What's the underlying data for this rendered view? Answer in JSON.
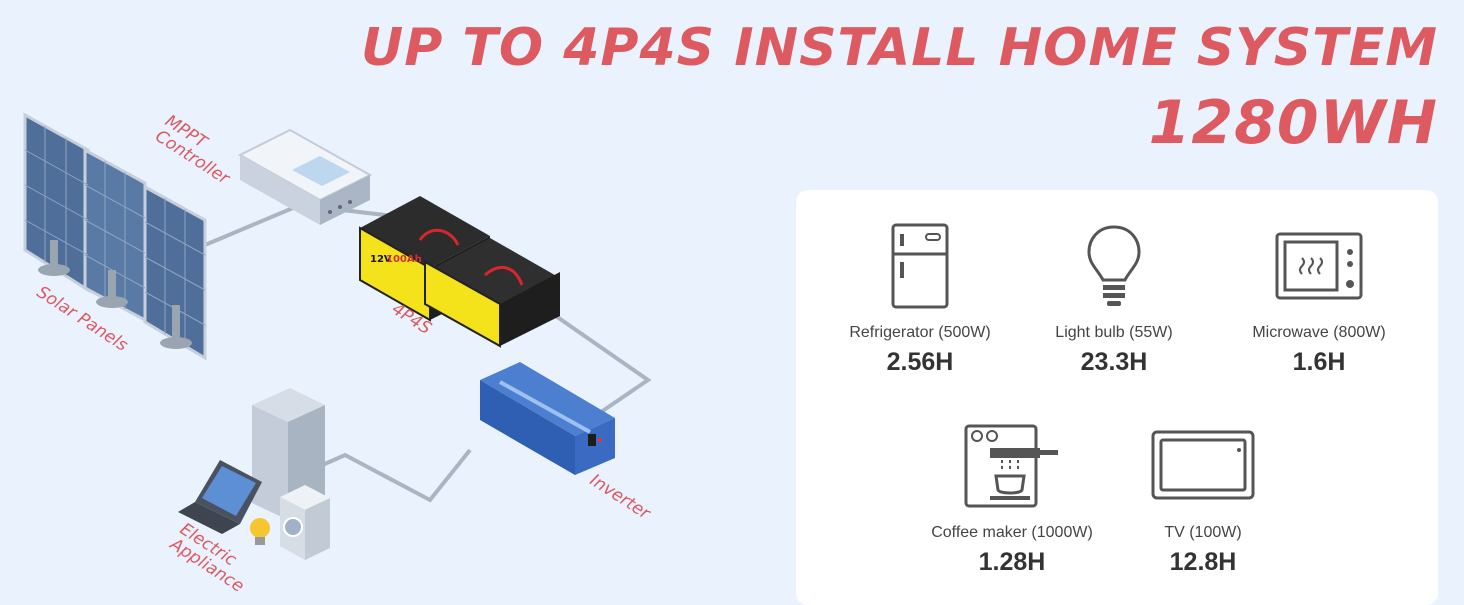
{
  "title": {
    "line1": "UP TO 4P4S INSTALL HOME SYSTEM",
    "line2": "1280WH"
  },
  "diagram": {
    "labels": {
      "mppt": "MPPT\nController",
      "solar": "Solar Panels",
      "battery_config": "4P4S",
      "inverter": "Inverter",
      "appliance": "Electric\nAppliance"
    },
    "battery_text": {
      "voltage": "12V",
      "capacity": "100Ah"
    }
  },
  "appliances": [
    {
      "name": "Refrigerator (500W)",
      "runtime": "2.56H",
      "icon": "refrigerator-icon"
    },
    {
      "name": "Light bulb (55W)",
      "runtime": "23.3H",
      "icon": "light-bulb-icon"
    },
    {
      "name": "Microwave (800W)",
      "runtime": "1.6H",
      "icon": "microwave-icon"
    },
    {
      "name": "Coffee maker (1000W)",
      "runtime": "1.28H",
      "icon": "coffee-maker-icon"
    },
    {
      "name": "TV (100W)",
      "runtime": "12.8H",
      "icon": "tv-icon"
    }
  ],
  "colors": {
    "accent": "#dd5a61",
    "background": "#eaf3fd",
    "card": "#ffffff"
  }
}
